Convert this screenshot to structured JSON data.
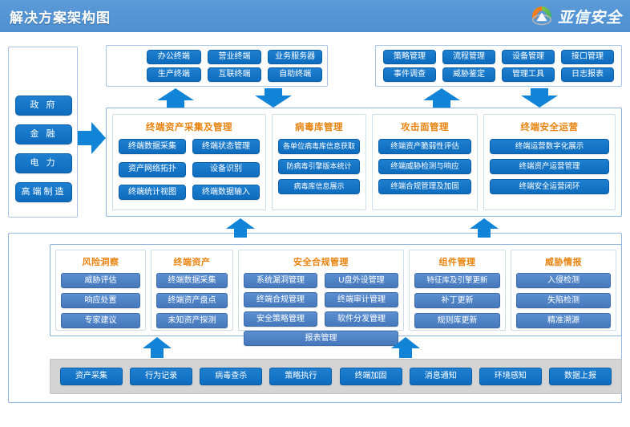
{
  "header": {
    "title": "解决方案架构图",
    "brand_name": "亚信安全",
    "brand_icon": "ring-logo-icon",
    "bg_color": "#4e90d2"
  },
  "sidebar": {
    "items": [
      {
        "label": "政  府"
      },
      {
        "label": "金  融"
      },
      {
        "label": "电  力"
      },
      {
        "label": "高端制造"
      }
    ]
  },
  "top_terminals": {
    "items": [
      {
        "label": "办公终端"
      },
      {
        "label": "营业终端"
      },
      {
        "label": "业务服务器"
      },
      {
        "label": "生产终端"
      },
      {
        "label": "互联终端"
      },
      {
        "label": "自助终端"
      }
    ]
  },
  "top_management": {
    "items": [
      {
        "label": "策略管理"
      },
      {
        "label": "流程管理"
      },
      {
        "label": "设备管理"
      },
      {
        "label": "接口管理"
      },
      {
        "label": "事件调查"
      },
      {
        "label": "威胁鉴定"
      },
      {
        "label": "管理工具"
      },
      {
        "label": "日志报表"
      }
    ]
  },
  "main_band": {
    "panels": [
      {
        "title": "终端资产采集及管理",
        "items": [
          {
            "label": "终端数据采集"
          },
          {
            "label": "终端状态管理"
          },
          {
            "label": "资产网络拓扑"
          },
          {
            "label": "设备识别"
          },
          {
            "label": "终端统计视图"
          },
          {
            "label": "终端数据输入"
          }
        ]
      },
      {
        "title": "病毒库管理",
        "items": [
          {
            "label": "各单位病毒库信息获取"
          },
          {
            "label": "防病毒引擎版本统计"
          },
          {
            "label": "病毒库信息展示"
          }
        ]
      },
      {
        "title": "攻击面管理",
        "items": [
          {
            "label": "终端资产脆弱性评估"
          },
          {
            "label": "终端威胁检测与响应"
          },
          {
            "label": "终端合规管理及加固"
          }
        ]
      },
      {
        "title": "终端安全运营",
        "items": [
          {
            "label": "终端运营数字化展示"
          },
          {
            "label": "终端资产运营管理"
          },
          {
            "label": "终端安全运营闭环"
          }
        ]
      }
    ]
  },
  "lower_band": {
    "panels": [
      {
        "title": "风险洞察",
        "items": [
          {
            "label": "威胁评估"
          },
          {
            "label": "响应处置"
          },
          {
            "label": "专家建议"
          }
        ]
      },
      {
        "title": "终端资产",
        "items": [
          {
            "label": "终端数据采集"
          },
          {
            "label": "终端资产盘点"
          },
          {
            "label": "未知资产探测"
          }
        ]
      },
      {
        "title": "安全合规管理",
        "items": [
          {
            "label": "系统漏洞管理"
          },
          {
            "label": "U盘外设管理"
          },
          {
            "label": "终端合规管理"
          },
          {
            "label": "终端审计管理"
          },
          {
            "label": "安全策略管理"
          },
          {
            "label": "软件分发管理"
          }
        ],
        "full_item": {
          "label": "报表管理"
        }
      },
      {
        "title": "组件管理",
        "items": [
          {
            "label": "特征库及引擎更新"
          },
          {
            "label": "补丁更新"
          },
          {
            "label": "规则库更新"
          }
        ]
      },
      {
        "title": "威胁情报",
        "items": [
          {
            "label": "入侵检测"
          },
          {
            "label": "失陷检测"
          },
          {
            "label": "精准溯源"
          }
        ]
      }
    ]
  },
  "bottom_bar": {
    "items": [
      {
        "label": "资产采集"
      },
      {
        "label": "行为记录"
      },
      {
        "label": "病毒查杀"
      },
      {
        "label": "策略执行"
      },
      {
        "label": "终端加固"
      },
      {
        "label": "消息通知"
      },
      {
        "label": "环境感知"
      },
      {
        "label": "数据上报"
      }
    ]
  },
  "colors": {
    "accent_blue": "#0d6cbd",
    "panel_title_orange": "#e8830f",
    "header_blue": "#4e90d2",
    "arrow_blue": "#1184d8",
    "bottom_bar_gray": "#d4d4d4"
  }
}
